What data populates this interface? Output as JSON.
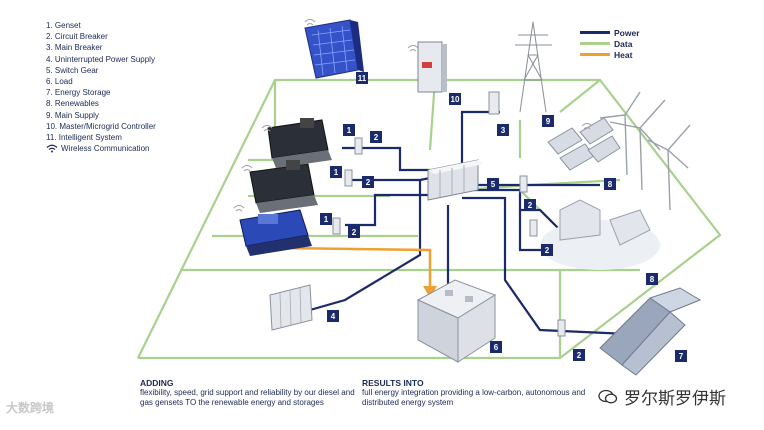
{
  "legend": {
    "items": [
      "1.  Genset",
      "2.  Circuit Breaker",
      "3.  Main Breaker",
      "4.  Uninterrupted Power Supply",
      "5.  Switch Gear",
      "6.  Load",
      "7.  Energy Storage",
      "8.  Renewables",
      "9.  Main Supply",
      "10. Master/Microgrid Controller",
      "11. Intelligent System"
    ],
    "wireless": "Wireless Communication"
  },
  "flow_legend": [
    {
      "label": "Power",
      "color": "#1b2a6b"
    },
    {
      "label": "Data",
      "color": "#a9d18e"
    },
    {
      "label": "Heat",
      "color": "#f0a030"
    }
  ],
  "markers": [
    "1",
    "2",
    "1",
    "2",
    "1",
    "2",
    "3",
    "9",
    "10",
    "11",
    "5",
    "2",
    "8",
    "2",
    "8",
    "4",
    "6",
    "2",
    "7"
  ],
  "captions": {
    "adding_title": "ADDING",
    "adding_text": "flexibility, speed, grid support and reliability by our diesel and gas gensets TO the renewable energy and storages",
    "results_title": "RESULTS INTO",
    "results_text": "full energy integration providing a low-carbon, autonomous and distributed energy system"
  },
  "watermarks": {
    "left": "大数跨境",
    "right": "罗尔斯罗伊斯"
  }
}
